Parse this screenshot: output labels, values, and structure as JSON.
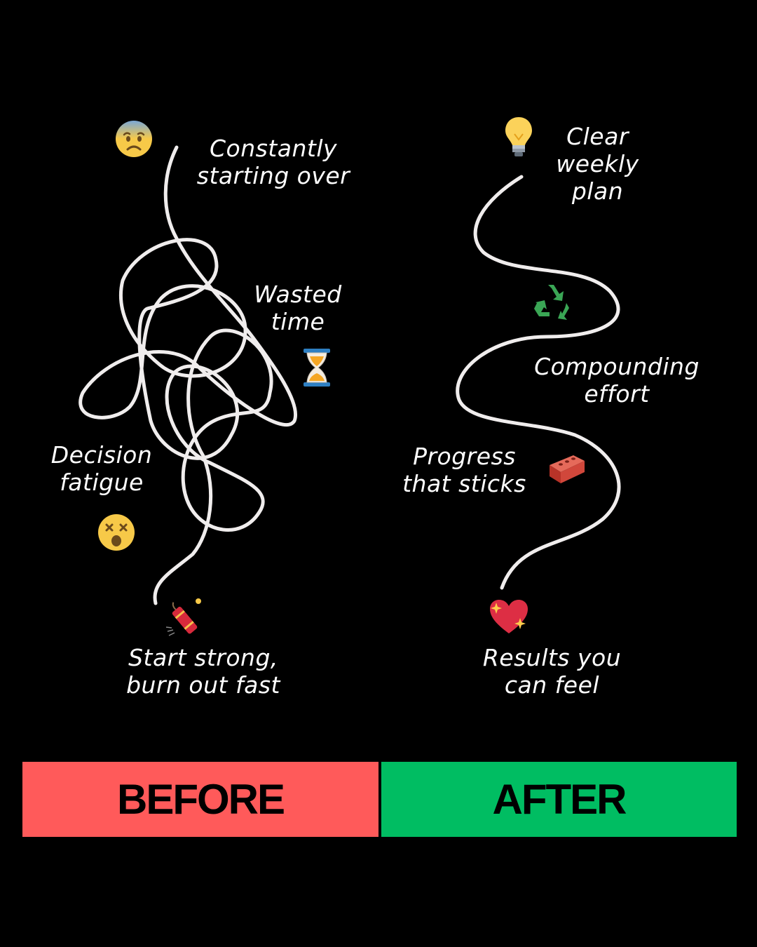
{
  "before": {
    "labels": {
      "starting_over": "Constantly\nstarting over",
      "wasted_time": "Wasted\ntime",
      "decision_fatigue": "Decision\nfatigue",
      "burn_out": "Start strong,\nburn out fast"
    },
    "bar_label": "BEFORE",
    "bar_color": "#ff5a5a",
    "icons": [
      "anxious-face-icon",
      "hourglass-icon",
      "dizzy-face-icon",
      "firecracker-icon"
    ]
  },
  "after": {
    "labels": {
      "weekly_plan": "Clear\nweekly\nplan",
      "compounding": "Compounding\neffort",
      "progress": "Progress\nthat sticks",
      "results": "Results you\ncan feel"
    },
    "bar_label": "AFTER",
    "bar_color": "#00bd62",
    "icons": [
      "light-bulb-icon",
      "recycle-icon",
      "brick-icon",
      "sparkling-heart-icon"
    ]
  },
  "colors": {
    "background": "#000000",
    "path": "#f0eded",
    "text": "#ffffff"
  }
}
